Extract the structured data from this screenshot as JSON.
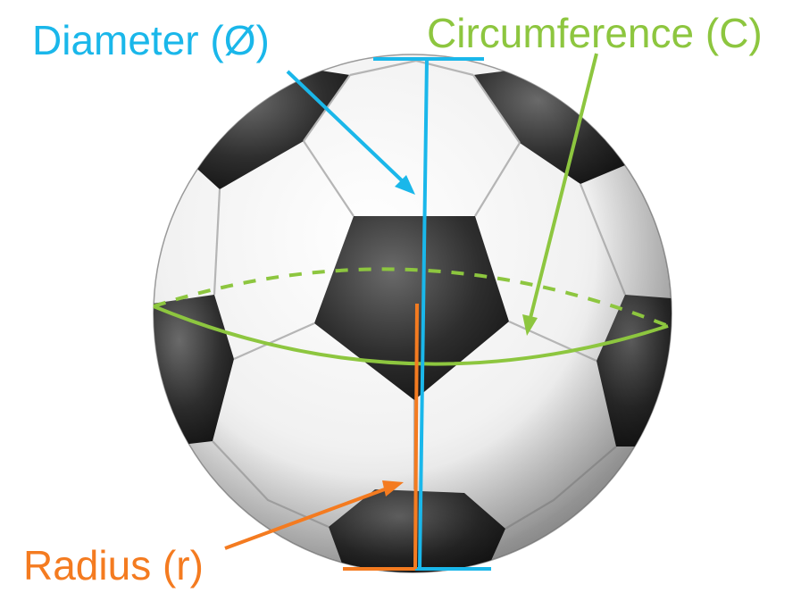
{
  "labels": {
    "diameter": "Diameter (Ø)",
    "circumference": "Circumference (C)",
    "radius": "Radius (r)"
  },
  "colors": {
    "diameter": "#1ab7ea",
    "circumference": "#8dc63f",
    "radius": "#f47b20",
    "panel_black": "#1a1a1a",
    "panel_white": "#f4f4f4"
  },
  "icons": {
    "ball": "soccer-ball-icon"
  }
}
